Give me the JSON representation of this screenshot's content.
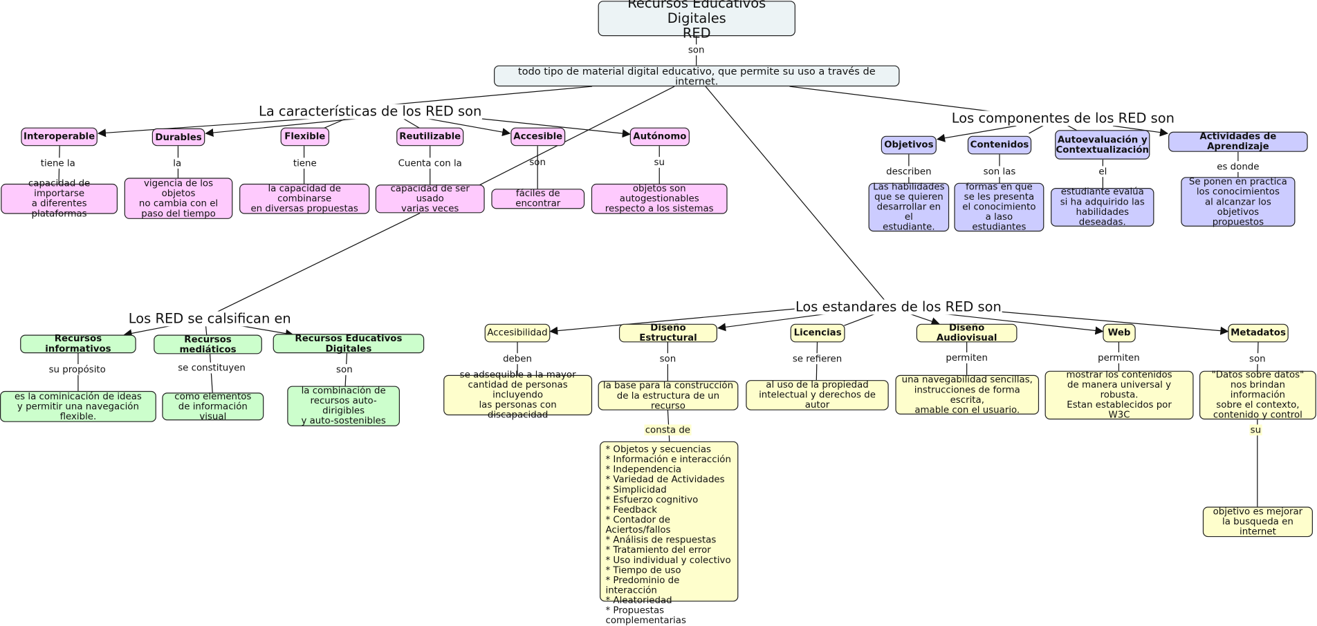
{
  "title": "Recursos Educativos Digitales\nRED",
  "definition_link": "son",
  "definition": "todo tipo de material digital educativo, que permite su uso a través de internet.",
  "colors": {
    "title_fill": "#ecf3f5",
    "caracteristicas_fill": "#fecafd",
    "componentes_fill": "#ccccff",
    "clasificacion_fill": "#ccfecc",
    "estandares_fill": "#fefecc",
    "line": "#111111"
  },
  "caracteristicas": {
    "hub": "La características de los RED son",
    "items": [
      {
        "name": "Interoperable",
        "link": "tiene la",
        "detail": "capacidad de importarse\na diferentes plataformas"
      },
      {
        "name": "Durables",
        "link": "la",
        "detail": "vigencia de los objetos\nno cambia con el\npaso del tiempo"
      },
      {
        "name": "Flexible",
        "link": "tiene",
        "detail": "la capacidad de combinarse\nen diversas propuestas"
      },
      {
        "name": "Reutilizable",
        "link": "Cuenta con la",
        "detail": "capacidad de ser usado\nvarias veces"
      },
      {
        "name": "Accesible",
        "link": "son",
        "detail": "fáciles de encontrar"
      },
      {
        "name": "Autónomo",
        "link": "su",
        "detail": "objetos son autogestionables\nrespecto a los sistemas"
      }
    ]
  },
  "componentes": {
    "hub": "Los componentes de los RED son",
    "items": [
      {
        "name": "Objetivos",
        "link": "describen",
        "detail": "Las habilidades\nque se quieren\ndesarrollar en el\nestudiante."
      },
      {
        "name": "Contenidos",
        "link": "son las",
        "detail": "formas en que\nse les presenta\nel conocimiento\na laso estudiantes"
      },
      {
        "name": "Autoevaluación y\nContextualización",
        "link": "el",
        "detail": "estudiante evalúa\nsi ha adquirido las\nhabilidades deseadas."
      },
      {
        "name": "Actividades de Aprendizaje",
        "link": "es donde",
        "detail": "Se ponen en practica\nlos conocimientos\nal alcanzar los objetivos\npropuestos"
      }
    ]
  },
  "clasificacion": {
    "hub": "Los RED se calsifican en",
    "items": [
      {
        "name": "Recursos informativos",
        "link": "su propósito",
        "detail": "es la cominicación de ideas\ny permitir una navegación flexible."
      },
      {
        "name": "Recursos mediáticos",
        "link": "se constituyen",
        "detail": "como elementos\nde información visual"
      },
      {
        "name": "Recursos Educativos Digitales",
        "link": "son",
        "detail": "la combinación de\nrecursos auto-dirigibles\ny auto-sostenibles"
      }
    ]
  },
  "estandares": {
    "hub": "Los estandares de los RED son",
    "items": [
      {
        "name": "Accesibilidad",
        "link": "deben",
        "detail": "se adsequible a la mayor\ncantidad de personas incluyendo\nlas personas con discapacidad"
      },
      {
        "name": "Diseño Estructural",
        "link": "son",
        "detail": "la base para la construcción\nde la estructura de un recurso"
      },
      {
        "name": "Licencias",
        "link": "se refieren",
        "detail": "al uso de la propiedad\nintelectual y derechos de autor"
      },
      {
        "name": "Diseño Audiovisual",
        "link": "permiten",
        "detail": "una navegabilidad sencillas,\ninstrucciones de forma escrita,\namable con el usuario."
      },
      {
        "name": "Web",
        "link": "permiten",
        "detail": "mostrar los contenidos\nde manera universal y robusta.\nEstan establecidos por\nW3C"
      },
      {
        "name": "Metadatos",
        "link": "son",
        "detail": "\"Datos sobre datos\"\nnos brindan información\nsobre el contexto,\ncontenido y control"
      }
    ],
    "diseno_estructural_extra": {
      "link": "consta de",
      "list": "* Objetos y secuencias\n* Información e interacción\n* Independencia\n* Variedad de Actividades\n* Simplicidad\n* Esfuerzo cognitivo\n* Feedback\n* Contador de Aciertos/fallos\n* Análisis de respuestas\n* Tratamiento del error\n* Uso individual y colectivo\n* Tiempo de uso\n* Predominio de interacción\n* Aleatoriedad\n* Propuestas complementarias"
    },
    "metadatos_extra": {
      "link": "su",
      "detail": "objetivo es mejorar\nla busqueda en internet"
    }
  }
}
